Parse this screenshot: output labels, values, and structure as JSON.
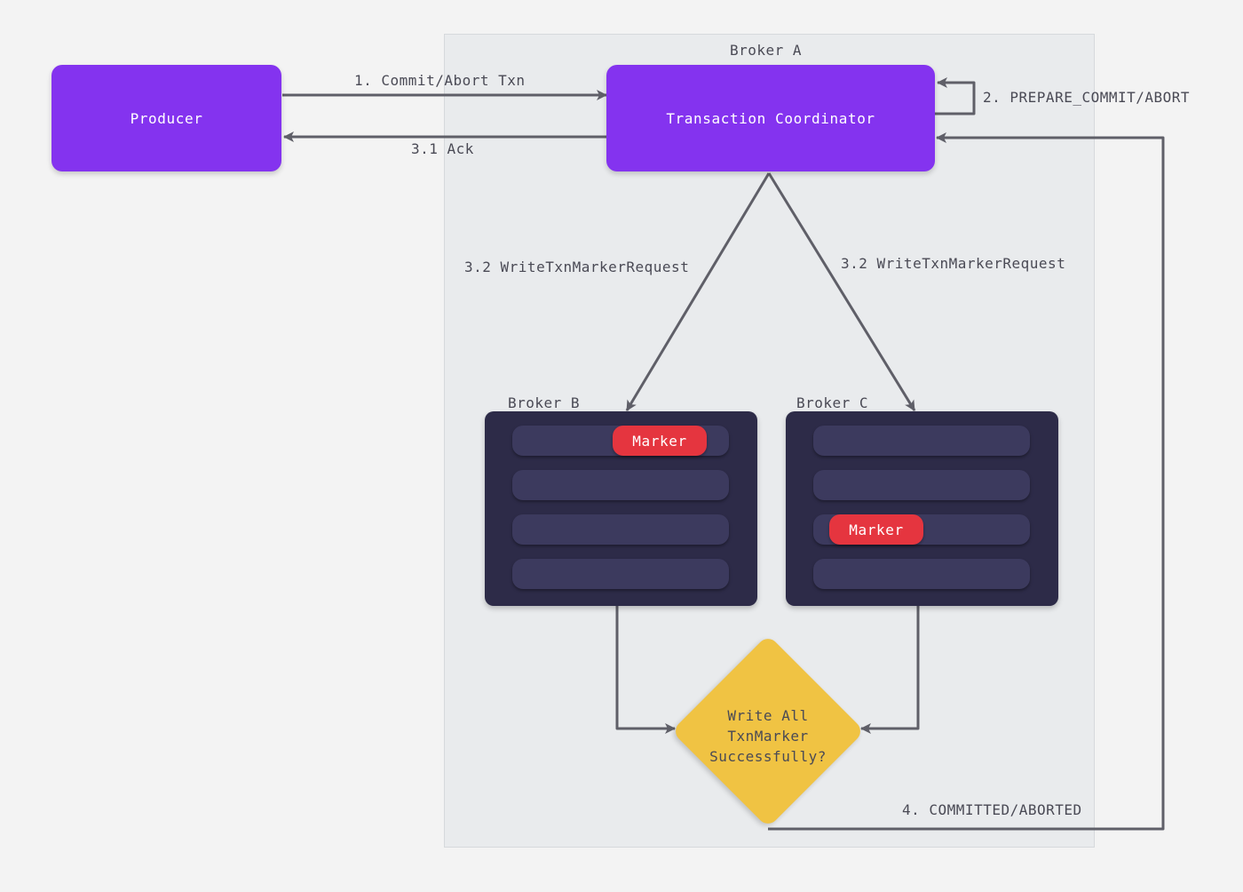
{
  "regions": {
    "broker_a_label": "Broker A"
  },
  "nodes": {
    "producer": "Producer",
    "coordinator": "Transaction Coordinator",
    "broker_b_label": "Broker B",
    "broker_c_label": "Broker C",
    "marker_b": "Marker",
    "marker_c": "Marker",
    "decision_lines": [
      "Write All",
      "TxnMarker",
      "Successfully?"
    ]
  },
  "edges": {
    "commit_abort": "1. Commit/Abort Txn",
    "prepare": "2. PREPARE_COMMIT/ABORT",
    "ack": "3.1 Ack",
    "write_marker_b": "3.2 WriteTxnMarkerRequest",
    "write_marker_c": "3.2 WriteTxnMarkerRequest",
    "committed": "4. COMMITTED/ABORTED"
  },
  "colors": {
    "background": "#f3f3f3",
    "region": "#e9ebed",
    "primary": "#8433ef",
    "broker": "#2d2b48",
    "broker_row": "#3c3a5e",
    "marker": "#e5353f",
    "decision": "#f0c343",
    "edge": "#5f5f68"
  }
}
